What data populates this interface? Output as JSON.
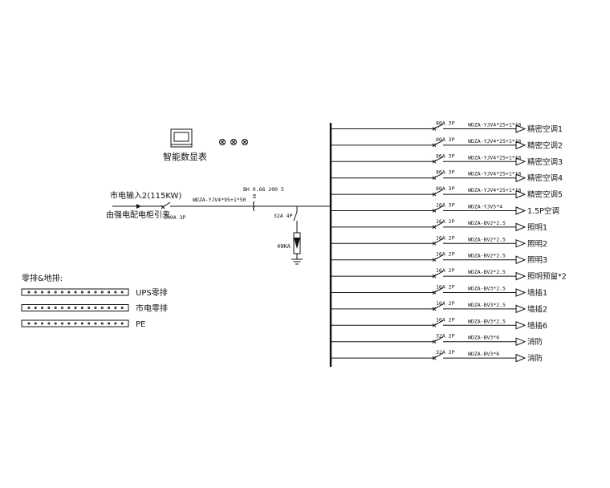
{
  "meter": {
    "label": "智能数显表"
  },
  "incoming": {
    "title": "市电输入2(115KW)",
    "subtitle": "由强电配电柜引来",
    "breaker": "200A 3P",
    "cable": "WDZA-YJV4*95+1*50",
    "ct": "BH 0.66 200 5"
  },
  "spd": {
    "breaker": "32A 4P",
    "rating": "40KA"
  },
  "busbars": {
    "title": "零排&地排:",
    "items": [
      {
        "label": "UPS零排"
      },
      {
        "label": "市电零排"
      },
      {
        "label": "PE"
      }
    ]
  },
  "circuits": [
    {
      "breaker": "80A 3P",
      "cable": "WDZA-YJV4*25+1*16",
      "load": "精密空调1"
    },
    {
      "breaker": "80A 3P",
      "cable": "WDZA-YJV4*25+1*16",
      "load": "精密空调2"
    },
    {
      "breaker": "80A 3P",
      "cable": "WDZA-YJV4*25+1*16",
      "load": "精密空调3"
    },
    {
      "breaker": "80A 3P",
      "cable": "WDZA-YJV4*25+1*16",
      "load": "精密空调4"
    },
    {
      "breaker": "80A 3P",
      "cable": "WDZA-YJV4*25+1*16",
      "load": "精密空调5"
    },
    {
      "breaker": "16A 3P",
      "cable": "WDZA-YJV5*4",
      "load": "1.5P空调"
    },
    {
      "breaker": "16A 2P",
      "cable": "WDZA-BV2*2.5",
      "load": "照明1"
    },
    {
      "breaker": "16A 2P",
      "cable": "WDZA-BV2*2.5",
      "load": "照明2"
    },
    {
      "breaker": "16A 2P",
      "cable": "WDZA-BV2*2.5",
      "load": "照明3"
    },
    {
      "breaker": "16A 2P",
      "cable": "WDZA-BV2*2.5",
      "load": "照明预留*2"
    },
    {
      "breaker": "16A 2P",
      "cable": "WDZA-BV3*2.5",
      "load": "墙插1"
    },
    {
      "breaker": "16A 2P",
      "cable": "WDZA-BV3*2.5",
      "load": "墙插2"
    },
    {
      "breaker": "16A 2P",
      "cable": "WDZA-BV3*2.5",
      "load": "墙插6"
    },
    {
      "breaker": "32A 2P",
      "cable": "WDZA-BV3*6",
      "load": "消防"
    },
    {
      "breaker": "32A 2P",
      "cable": "WDZA-BV3*6",
      "load": "消防"
    }
  ]
}
